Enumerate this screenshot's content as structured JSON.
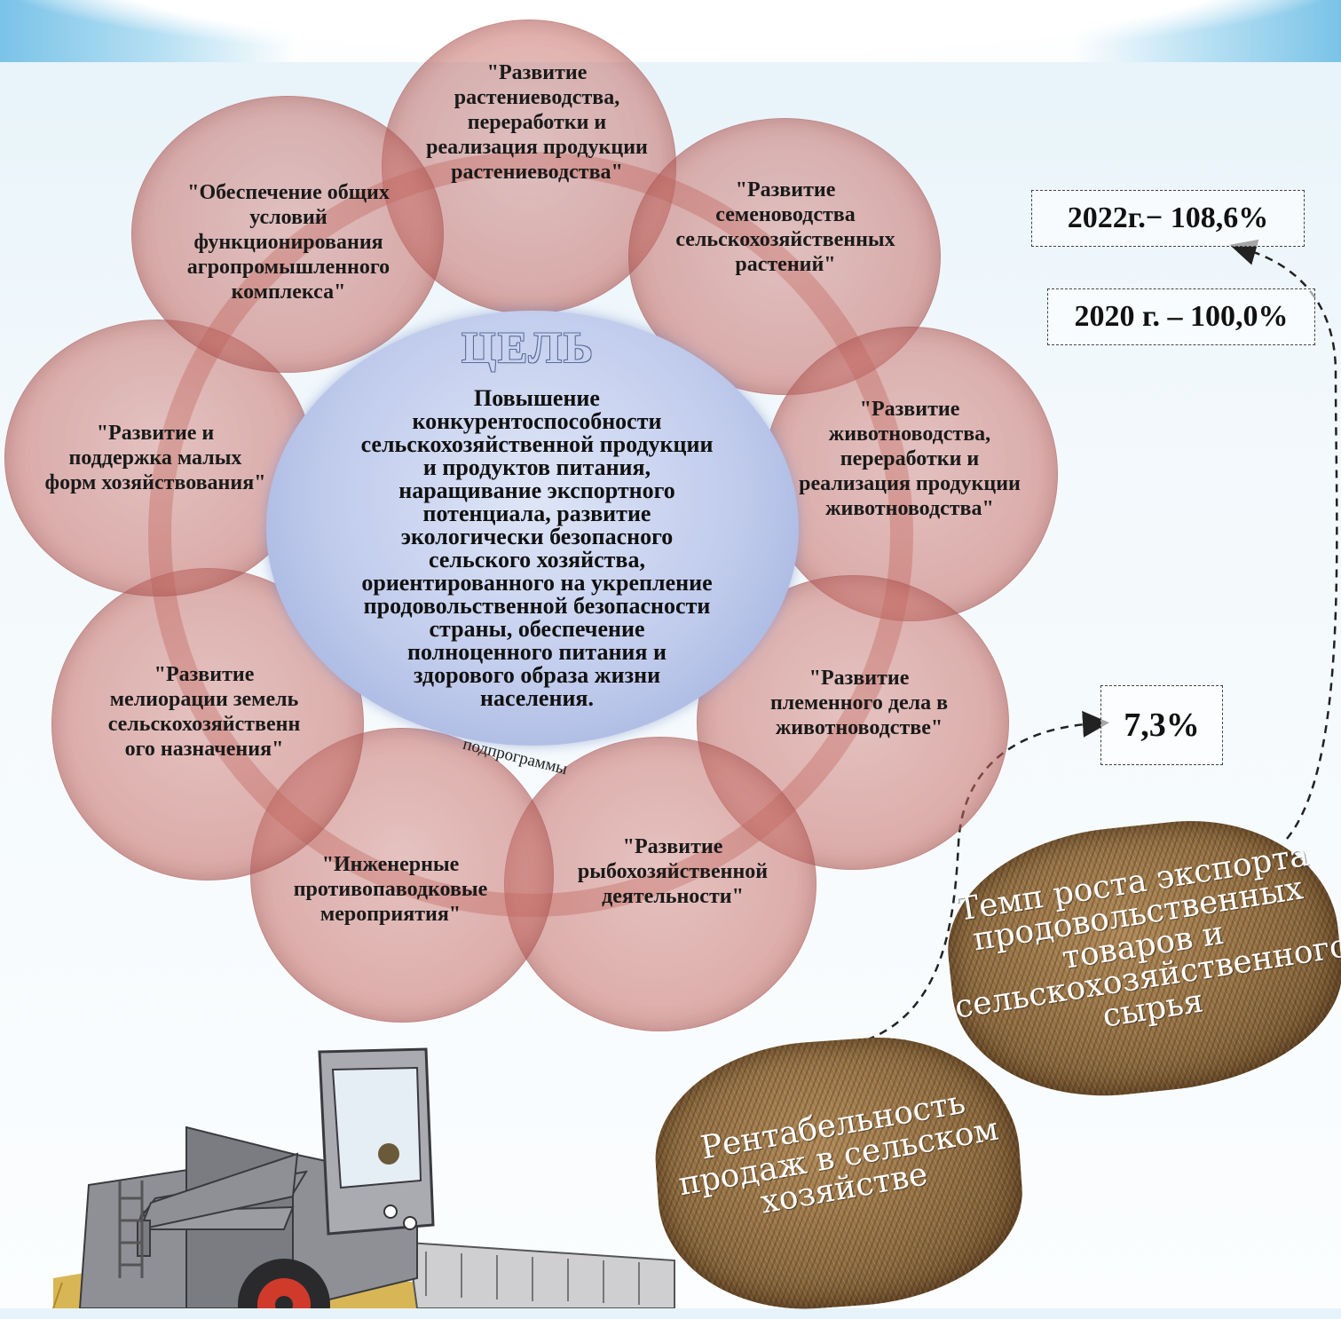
{
  "goal": {
    "title": "ЦЕЛЬ",
    "text": "Повышение\nконкурентоспособности\nсельскохозяйственной продукции\nи продуктов питания,\nнаращивание экспортного\nпотенциала, развитие\nэкологически безопасного\nсельского хозяйства,\nориентированного на укрепление\nпродовольственной безопасности\nстраны, обеспечение\nполноценного питания и\nздорового образа жизни\nнаселения."
  },
  "subprograms_label": "подпрограммы",
  "subprograms": [
    {
      "label": "\"Развитие\nрастениеводства,\nпереработки и\nреализация продукции\nрастениеводства\""
    },
    {
      "label": "\"Развитие\nсеменоводства\nсельскохозяйственных\nрастений\""
    },
    {
      "label": "\"Развитие\nживотноводства,\nпереработки и\nреализация продукции\nживотноводства\""
    },
    {
      "label": "\"Развитие\nплеменного дела в\nживотноводстве\""
    },
    {
      "label": "\"Развитие\nрыбохозяйственной\nдеятельности\""
    },
    {
      "label": "\"Инженерные\nпротивопаводковые\nмероприятия\""
    },
    {
      "label": "\"Развитие\nмелиорации земель\nсельскохозяйственн\nого назначения\""
    },
    {
      "label": "\"Развитие и\nподдержка малых\nформ хозяйствования\""
    },
    {
      "label": "\"Обеспечение общих\nусловий\nфункционирования\nагропромышленного\nкомплекса\""
    }
  ],
  "indicators": {
    "export_growth": {
      "label": "Темп роста экспорта\nпродовольственных\nтоваров и\nсельскохозяйственного\nсырья",
      "values": [
        "2022г.− 108,6%",
        "2020 г. – 100,0%"
      ]
    },
    "profitability": {
      "label": "Рентабельность\nпродаж в сельском\nхозяйстве",
      "value": "7,3%"
    }
  },
  "colors": {
    "petal": "#c66a64",
    "center": "#c0cbec",
    "bale": "#8c6a40"
  }
}
